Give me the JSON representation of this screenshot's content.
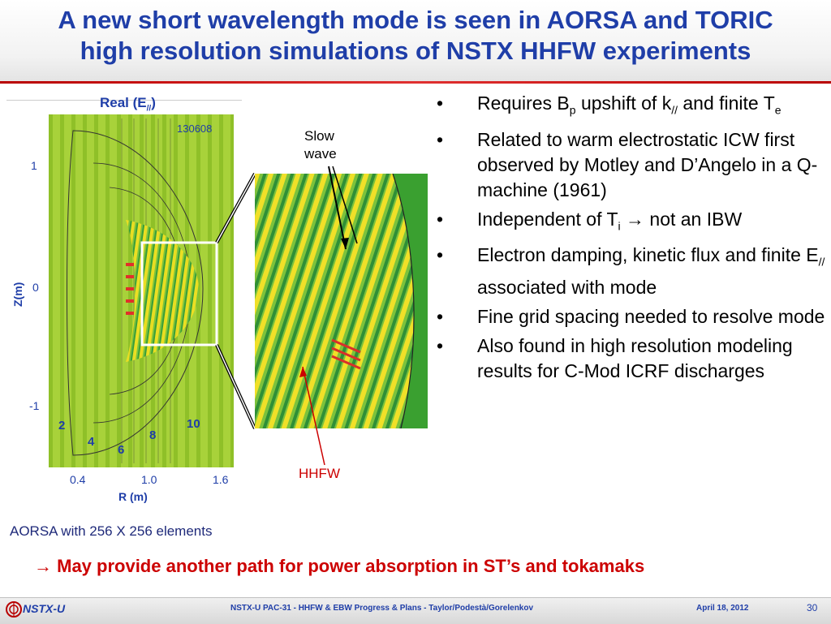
{
  "slide": {
    "title_line1": "A new short wavelength mode is seen in AORSA and TORIC",
    "title_line2": "high resolution simulations of NSTX HHFW experiments"
  },
  "plot": {
    "title_main": "Real (E",
    "title_sub": "//",
    "title_end": ")",
    "shot_number": "130608",
    "z_label": "Z(m)",
    "r_label": "R (m)",
    "z_ticks": [
      "1",
      "0",
      "-1"
    ],
    "r_ticks": [
      "0.4",
      "1.0",
      "1.6"
    ],
    "contour_labels": [
      "2",
      "4",
      "6",
      "8",
      "10"
    ],
    "caption": "AORSA with 256 X 256 elements"
  },
  "zoom": {
    "slow_wave_label": "Slow wave",
    "hhfw_label": "HHFW"
  },
  "bullets": {
    "marker": "•",
    "b1_a": "Requires B",
    "b1_sub1": "p",
    "b1_b": " upshift of k",
    "b1_sub2": "//",
    "b1_c": " and finite T",
    "b1_sub3": "e",
    "b2": "Related to warm electrostatic ICW first observed by Motley and D’Angelo in a Q-machine (1961)",
    "b3_a": "Independent of T",
    "b3_sub": "i",
    "b3_b": " → not an IBW",
    "b4_a": "Electron damping, kinetic flux and finite E",
    "b4_sub": "//",
    "b4_b": " associated with mode",
    "b5": "Fine grid spacing needed to resolve mode",
    "b6": "Also found in high resolution modeling results for C-Mod ICRF discharges"
  },
  "callout": "→ May provide another path for power absorption in ST’s and tokamaks",
  "footer": {
    "logo_text": "NSTX-U",
    "center_text": "NSTX-U PAC-31 - HHFW & EBW Progress & Plans  - Taylor/Podestà/Gorelenkov",
    "date": "April 18, 2012",
    "page": "30"
  },
  "colors": {
    "title_blue": "#1f3ea8",
    "accent_red": "#cc0000",
    "field_green": "#9acd32"
  }
}
